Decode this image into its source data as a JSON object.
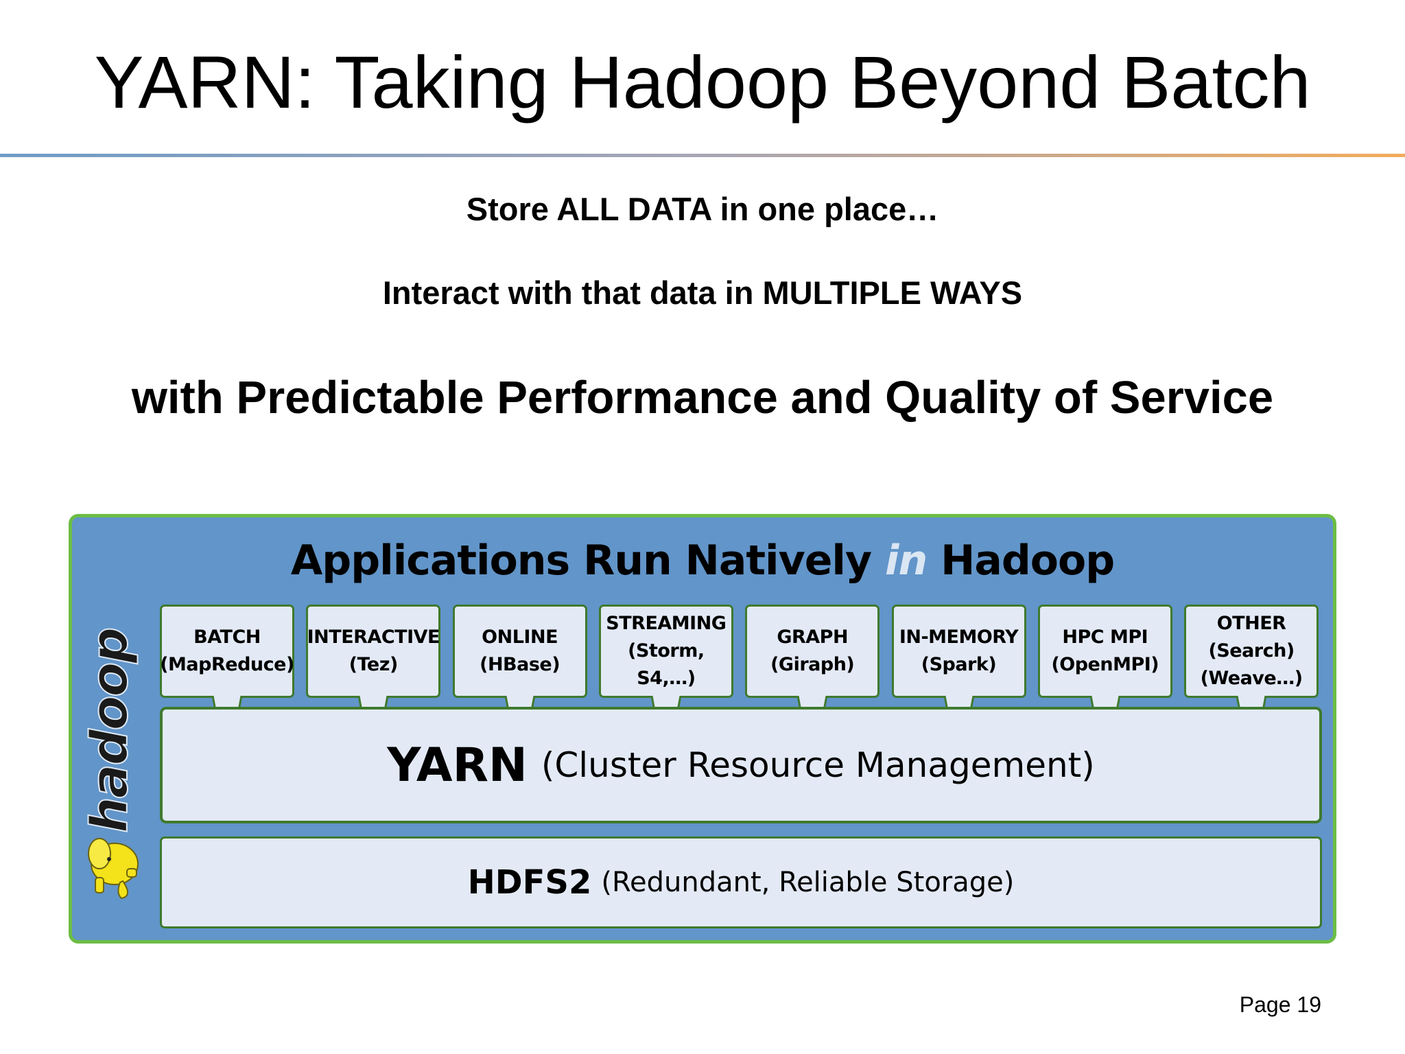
{
  "slide": {
    "title": "YARN: Taking Hadoop Beyond Batch",
    "lines": [
      "Store ALL DATA in one place…",
      "Interact with that data in MULTIPLE WAYS",
      "with Predictable Performance and Quality of Service"
    ],
    "page": "Page 19"
  },
  "diagram": {
    "heading_before": "Applications Run Natively",
    "heading_in": "in",
    "heading_after": "Hadoop",
    "logo_text": "hadoop",
    "apps": [
      {
        "line1": "BATCH",
        "line2": "(MapReduce)"
      },
      {
        "line1": "INTERACTIVE",
        "line2": "(Tez)"
      },
      {
        "line1": "ONLINE",
        "line2": "(HBase)"
      },
      {
        "line1": "STREAMING",
        "line2": "(Storm, S4,…)"
      },
      {
        "line1": "GRAPH",
        "line2": "(Giraph)"
      },
      {
        "line1": "IN-MEMORY",
        "line2": "(Spark)"
      },
      {
        "line1": "HPC MPI",
        "line2": "(OpenMPI)"
      },
      {
        "line1": "OTHER",
        "line2": "(Search)",
        "line3": "(Weave…)"
      }
    ],
    "yarn": {
      "name": "YARN",
      "desc": "(Cluster Resource Management)"
    },
    "hdfs": {
      "name": "HDFS2",
      "desc": "(Redundant, Reliable Storage)"
    }
  },
  "colors": {
    "panel_blue": "#6295c9",
    "panel_border_green": "#6cbd45",
    "box_fill": "#e3eaf6",
    "box_border_green": "#3f7a2e",
    "rule_left": "#6f9cc7",
    "rule_right": "#f2ac5c"
  }
}
